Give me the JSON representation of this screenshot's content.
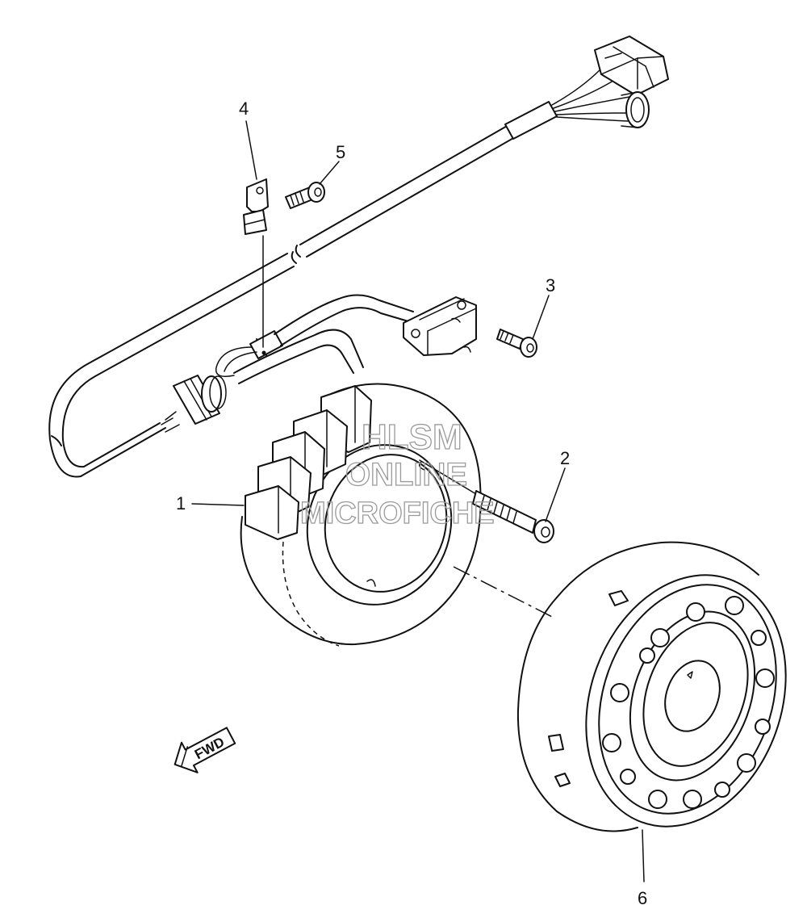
{
  "callouts": {
    "c1": "1",
    "c2": "2",
    "c3": "3",
    "c4": "4",
    "c5": "5",
    "c6": "6"
  },
  "watermark": {
    "line1": "HLSM",
    "line2": "ONLINE",
    "line3": "MICROFICHE"
  },
  "direction": {
    "label": "FWD"
  },
  "colors": {
    "ink": "#111111",
    "watermark": "#9a9a9a",
    "background": "#ffffff"
  }
}
